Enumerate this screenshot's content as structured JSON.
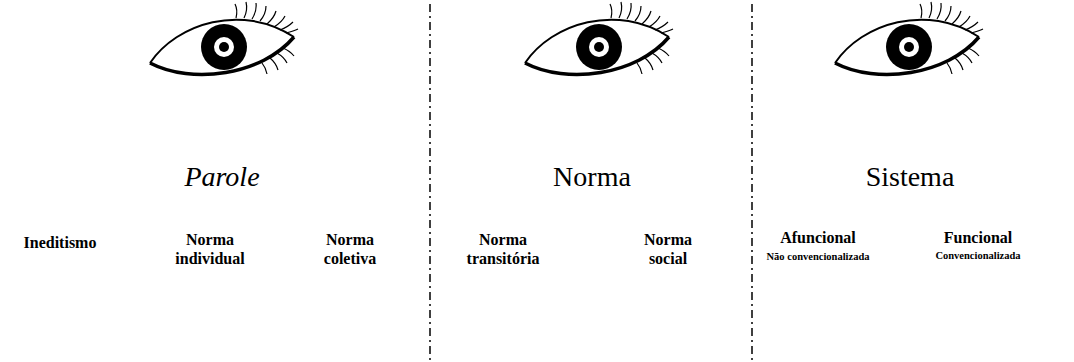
{
  "diagram": {
    "labels": [
      "Parole",
      "Ineditismo",
      "Norma individual",
      "Norma coletiva",
      "Norma",
      "Norma transitória",
      "Norma social",
      "Sistema",
      "Afuncional",
      "Não convencionalizada",
      "Funcional",
      "Convencionalizada"
    ]
  }
}
